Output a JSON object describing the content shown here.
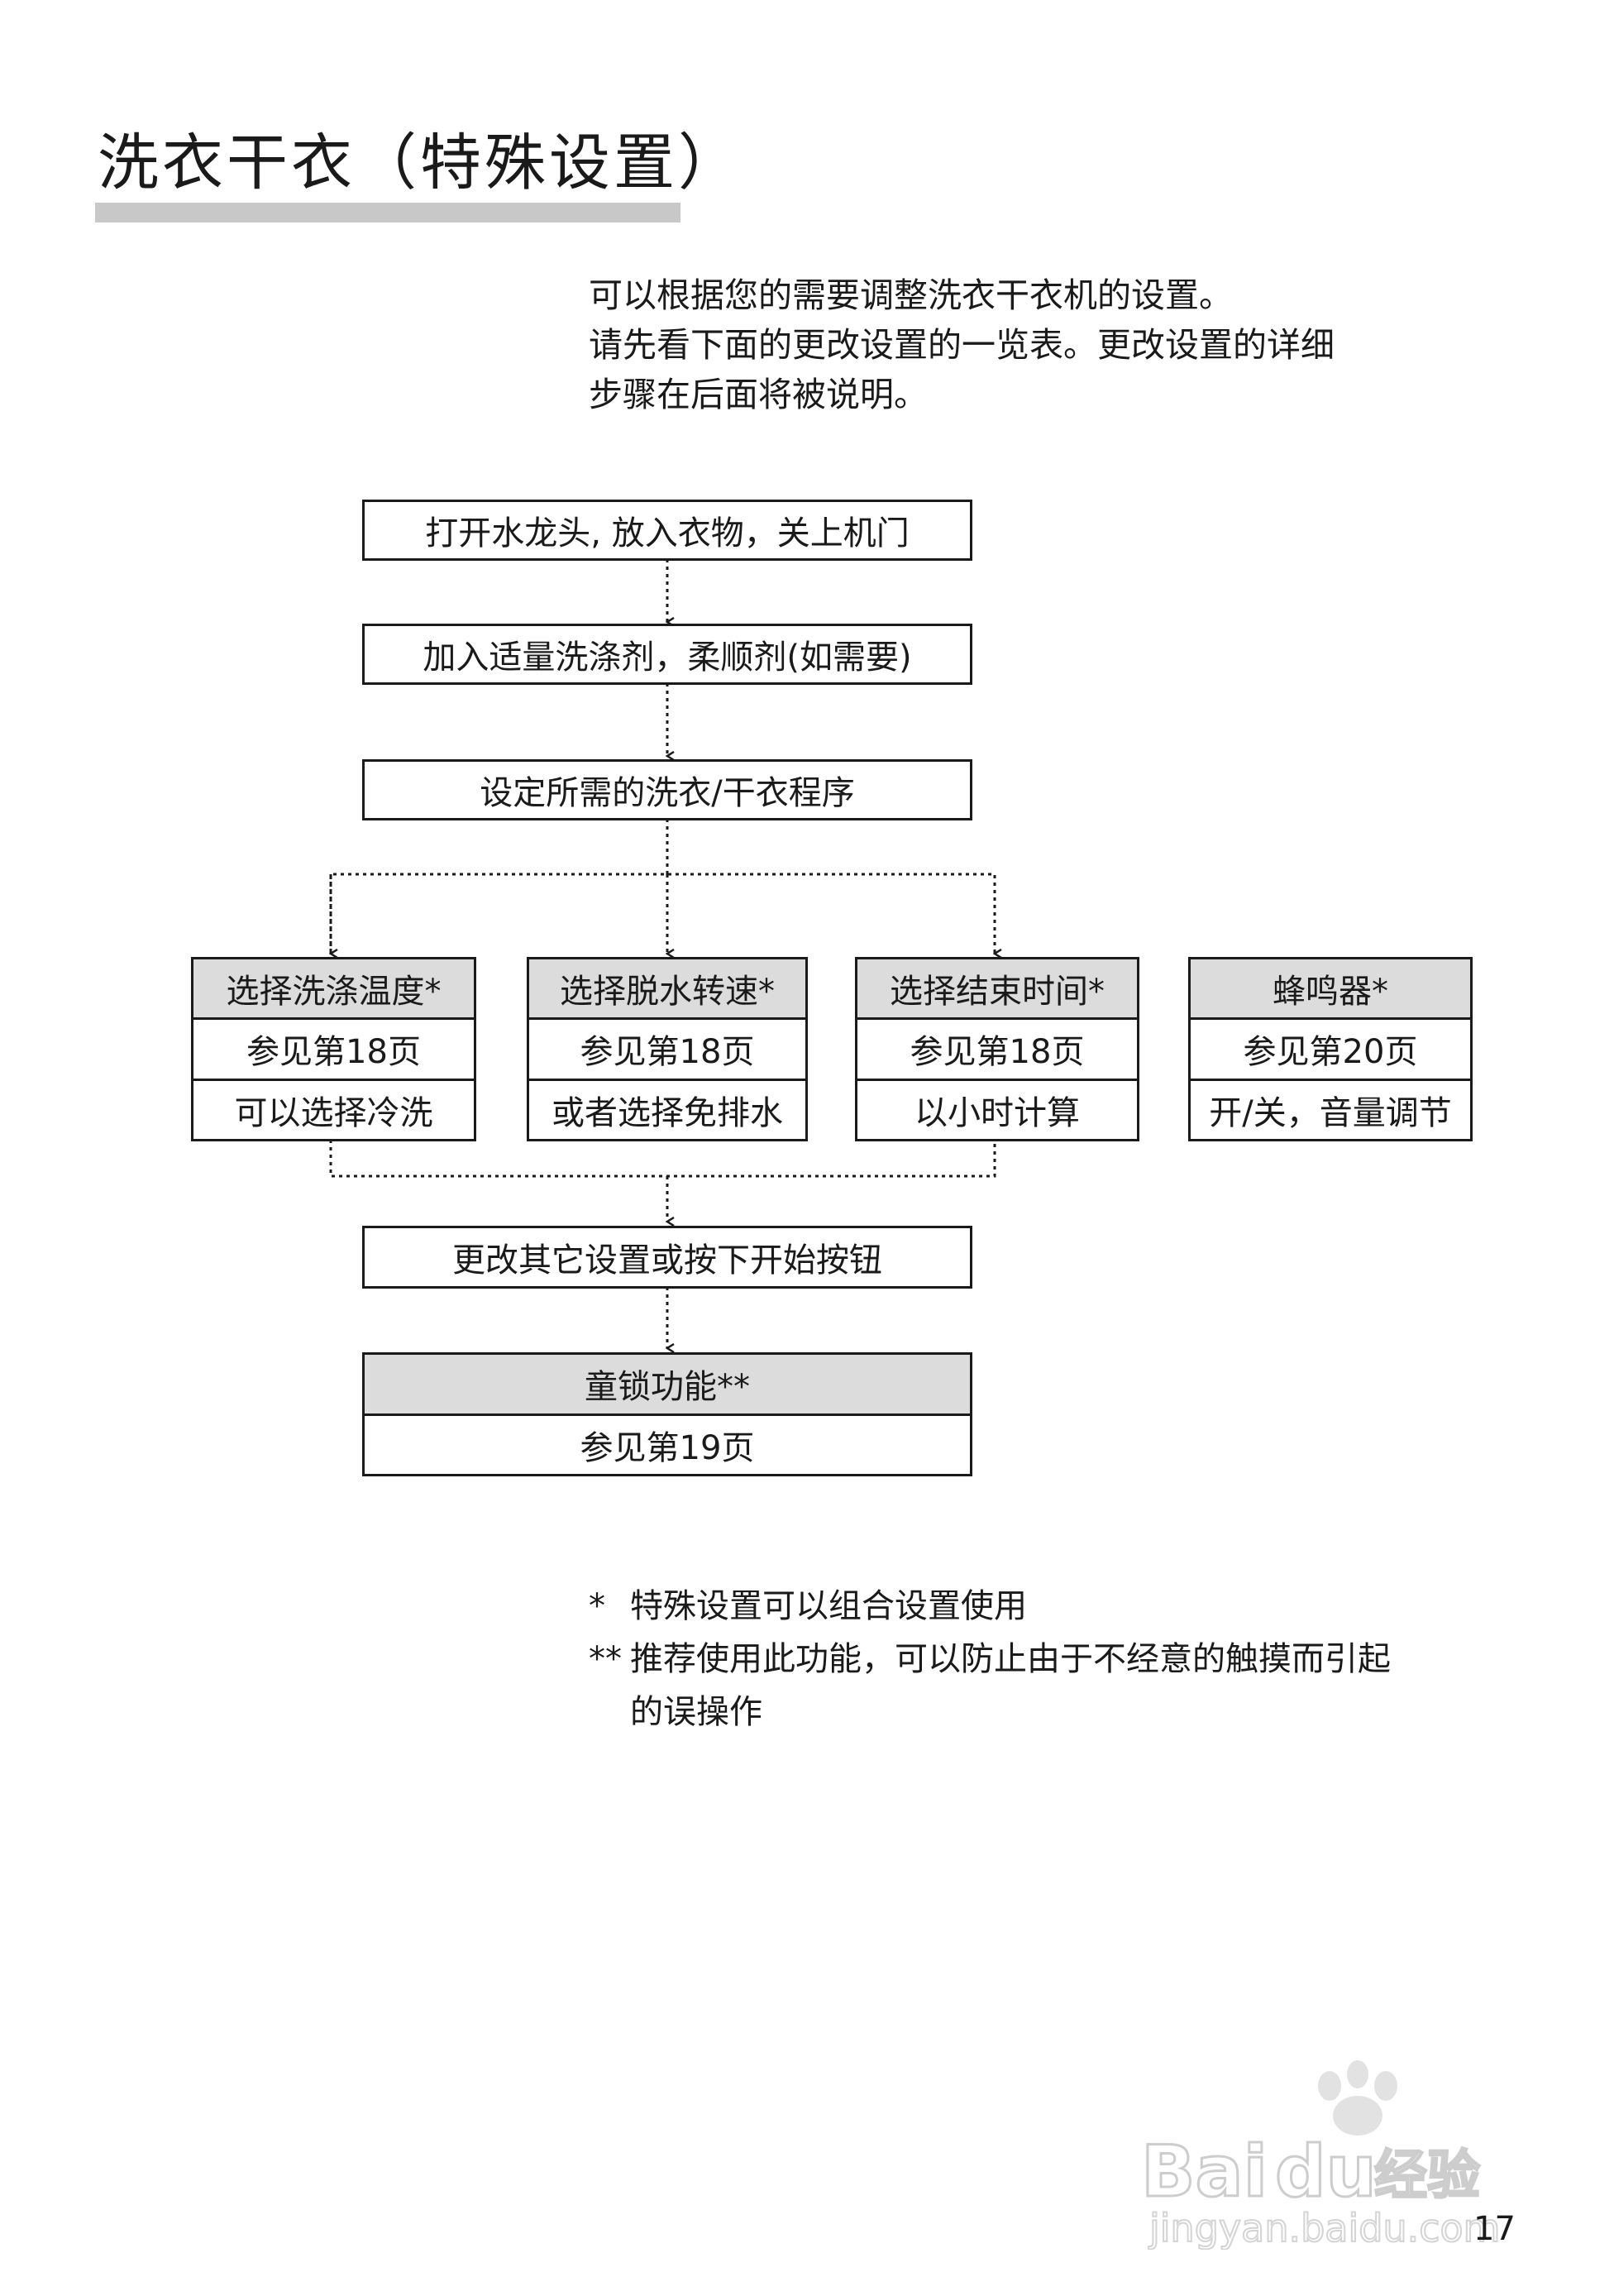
{
  "header": {
    "title": "洗衣干衣（特殊设置）"
  },
  "intro": {
    "lines": [
      "可以根据您的需要调整洗衣干衣机的设置。",
      "请先看下面的更改设置的一览表。更改设置的详细",
      "步骤在后面将被说明。"
    ]
  },
  "flow": {
    "step1": "打开水龙头, 放入衣物，关上机门",
    "step2": "加入适量洗涤剂，柔顺剂(如需要)",
    "step3": "设定所需的洗衣/干衣程序",
    "options": [
      {
        "title": "选择洗涤温度*",
        "page": "参见第18页",
        "desc": "可以选择冷洗"
      },
      {
        "title": "选择脱水转速*",
        "page": "参见第18页",
        "desc": "或者选择免排水"
      },
      {
        "title": "选择结束时间*",
        "page": "参见第18页",
        "desc": "以小时计算"
      },
      {
        "title": "蜂鸣器*",
        "page": "参见第20页",
        "desc": "开/关，音量调节"
      }
    ],
    "step4": "更改其它设置或按下开始按钮",
    "child_lock": {
      "title": "童锁功能**",
      "page": "参见第19页"
    }
  },
  "notes": [
    {
      "mark": "*",
      "text": "特殊设置可以组合设置使用",
      "cont": ""
    },
    {
      "mark": "**",
      "text": "推荐使用此功能，可以防止由于不经意的触摸而引起",
      "cont": "的误操作"
    }
  ],
  "page_number": "17",
  "watermark": {
    "brand": "Baidu 经验",
    "url": "jingyan.baidu.com"
  }
}
